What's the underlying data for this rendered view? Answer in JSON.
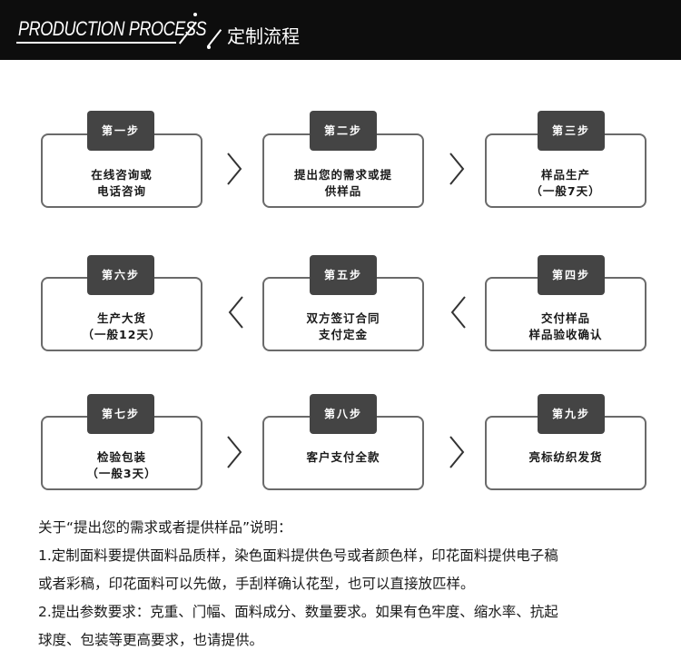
{
  "header": {
    "title_en": "PRODUCTION PROCESS",
    "title_cn": "定制流程"
  },
  "steps": [
    {
      "badge": "第一步",
      "lines": [
        "在线咨询或",
        "电话咨询"
      ]
    },
    {
      "badge": "第二步",
      "lines": [
        "提出您的需求或提",
        "供样品"
      ]
    },
    {
      "badge": "第三步",
      "lines": [
        "样品生产",
        "（一般7天）"
      ]
    },
    {
      "badge": "第四步",
      "lines": [
        "交付样品",
        "样品验收确认"
      ]
    },
    {
      "badge": "第五步",
      "lines": [
        "双方签订合同",
        "支付定金"
      ]
    },
    {
      "badge": "第六步",
      "lines": [
        "生产大货",
        "（一般12天）"
      ]
    },
    {
      "badge": "第七步",
      "lines": [
        "检验包装",
        "（一般3天）"
      ]
    },
    {
      "badge": "第八步",
      "lines": [
        "客户支付全款"
      ]
    },
    {
      "badge": "第九步",
      "lines": [
        "亮标纺织发货"
      ]
    }
  ],
  "notes": {
    "heading": "关于“提出您的需求或者提供样品”说明：",
    "line1a": "1.定制面料要提供面料品质样，染色面料提供色号或者颜色样，印花面料提供电子稿",
    "line1b": "或者彩稿，印花面料可以先做，手刮样确认花型，也可以直接放匹样。",
    "line2a": "2.提出参数要求：克重、门幅、面料成分、数量要求。如果有色牢度、缩水率、抗起",
    "line2b": "球度、包装等更高要求，也请提供。"
  }
}
